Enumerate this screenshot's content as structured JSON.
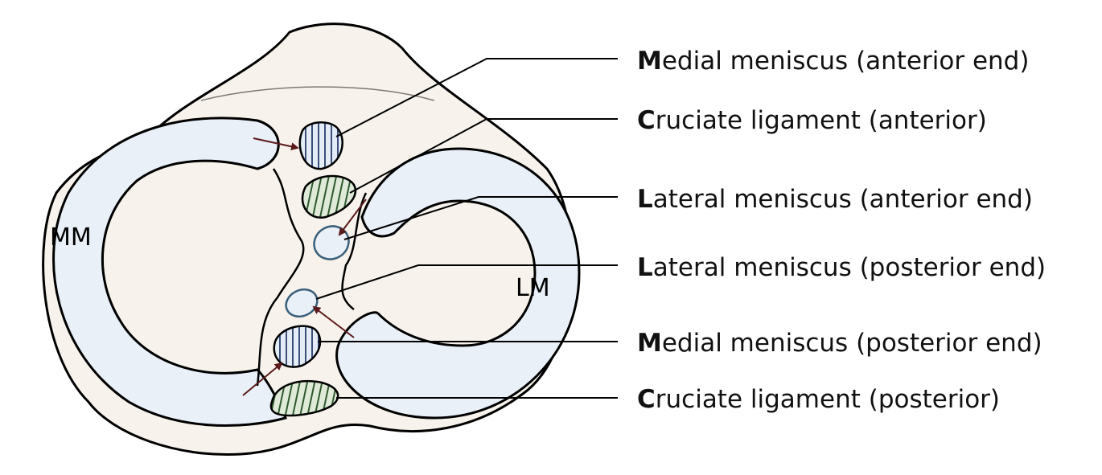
{
  "colors": {
    "plateau_fill": "#f7f3ec",
    "meniscus_fill": "#e9f0f7",
    "meniscus_hatch_fill": "#e4ecf6",
    "meniscus_hatch_line": "#3b4f7a",
    "ligament_fill": "#dfead8",
    "ligament_hatch_line": "#2e5a2e",
    "attachment_ring": "#3a5f7a",
    "arrow": "#5a1a1a",
    "outline": "#000000"
  },
  "region_labels": {
    "mm": "MM",
    "lm": "LM"
  },
  "callouts": [
    {
      "initial": "M",
      "rest": "edial meniscus (anterior end)"
    },
    {
      "initial": "C",
      "rest": "ruciate ligament (anterior)"
    },
    {
      "initial": "L",
      "rest": "ateral meniscus (anterior end)"
    },
    {
      "initial": "L",
      "rest": "ateral meniscus (posterior end)"
    },
    {
      "initial": "M",
      "rest": "edial meniscus (posterior end)"
    },
    {
      "initial": "C",
      "rest": "ruciate ligament (posterior)"
    }
  ]
}
